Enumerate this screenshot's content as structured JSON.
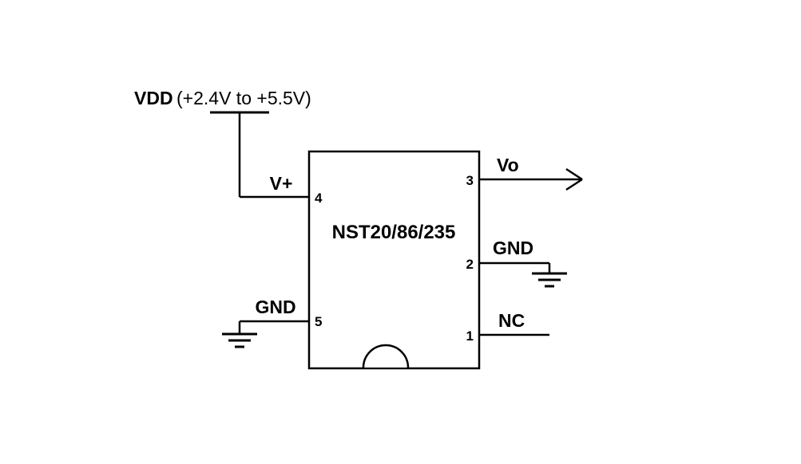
{
  "diagram": {
    "ic_label": "NST20/86/235",
    "supply": {
      "name": "VDD",
      "range": "(+2.4V to +5.5V)"
    },
    "pins": {
      "p4": {
        "number": "4",
        "label": "V+"
      },
      "p5": {
        "number": "5",
        "label": "GND"
      },
      "p3": {
        "number": "3",
        "label": "Vo"
      },
      "p2": {
        "number": "2",
        "label": "GND"
      },
      "p1": {
        "number": "1",
        "label": "NC"
      }
    },
    "colors": {
      "line": "#000000",
      "background": "#ffffff"
    }
  }
}
